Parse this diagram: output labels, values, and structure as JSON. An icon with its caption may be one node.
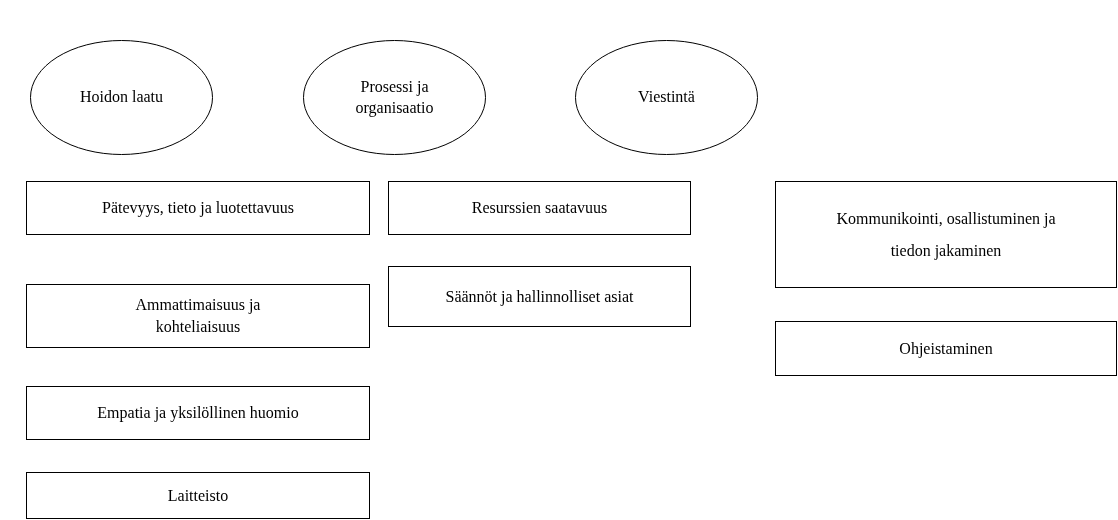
{
  "diagram": {
    "nodes": [
      {
        "text": [
          "Hoidon laatu"
        ]
      },
      {
        "text": [
          "Prosessi ja organisaatio"
        ]
      },
      {
        "text": [
          "Viestintä"
        ]
      },
      {
        "text": [
          "Pätevyys, tieto ja luotettavuus"
        ]
      },
      {
        "text": [
          "Resurssien saatavuus"
        ]
      },
      {
        "text": [
          "Kommunikointi, osallistuminen ja tiedon jakaminen"
        ]
      },
      {
        "text": [
          "Ammattimaisuus ja kohteliaisuus"
        ]
      },
      {
        "text": [
          "Säännöt ja hallinnolliset asiat"
        ]
      },
      {
        "text": [
          "Ohjeistaminen"
        ]
      },
      {
        "text": [
          "Empatia ja yksilöllinen huomio"
        ]
      },
      {
        "text": [
          "Laitteisto"
        ]
      }
    ]
  }
}
